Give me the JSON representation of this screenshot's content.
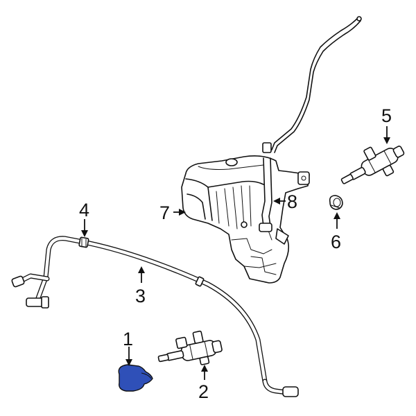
{
  "callouts": [
    {
      "id": "1",
      "label": "1"
    },
    {
      "id": "2",
      "label": "2"
    },
    {
      "id": "3",
      "label": "3"
    },
    {
      "id": "4",
      "label": "4"
    },
    {
      "id": "5",
      "label": "5"
    },
    {
      "id": "6",
      "label": "6"
    },
    {
      "id": "7",
      "label": "7"
    },
    {
      "id": "8",
      "label": "8"
    }
  ],
  "colors": {
    "highlight": "#2f50b8",
    "line": "#111111",
    "background": "#ffffff"
  }
}
